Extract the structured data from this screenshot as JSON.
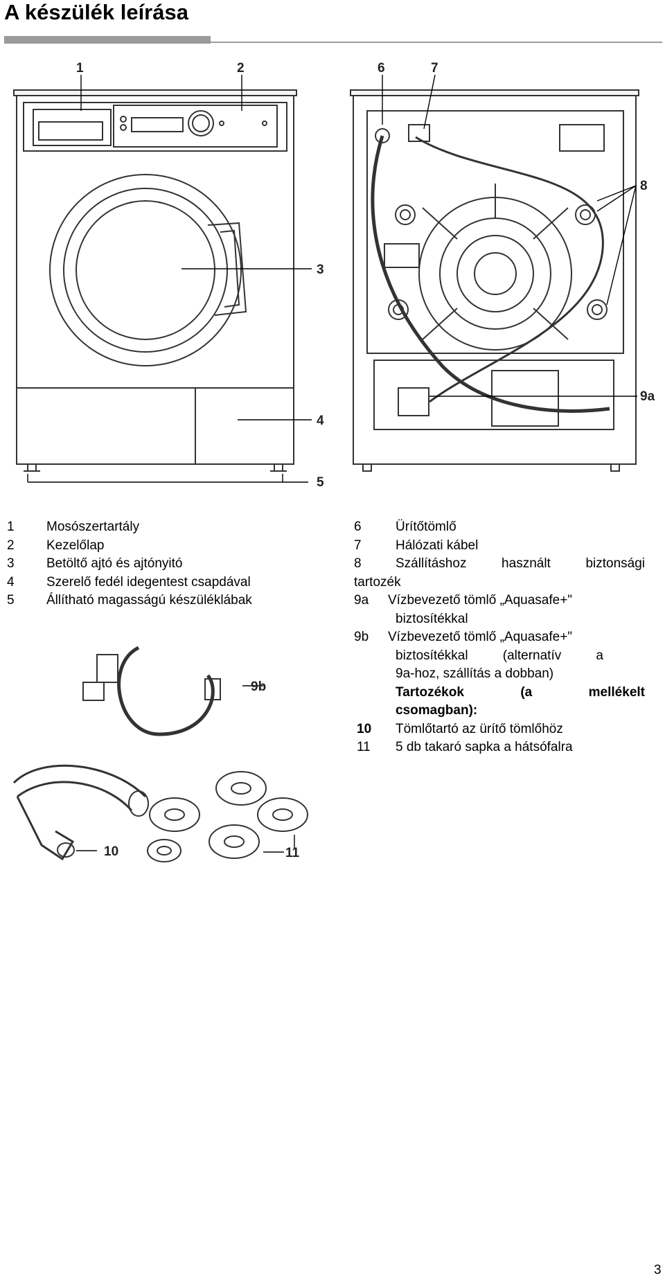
{
  "page": {
    "title": "A készülék leírása",
    "page_number": "3"
  },
  "figure": {
    "callouts": {
      "c1": "1",
      "c2": "2",
      "c3": "3",
      "c4": "4",
      "c5": "5",
      "c6": "6",
      "c7": "7",
      "c8": "8",
      "c9a": "9a",
      "c9b": "9b",
      "c10": "10",
      "c11": "11"
    }
  },
  "left_list": [
    {
      "num": "1",
      "text": "Mosószertartály"
    },
    {
      "num": "2",
      "text": "Kezelőlap"
    },
    {
      "num": "3",
      "text": "Betöltő ajtó és ajtónyitó"
    },
    {
      "num": "4",
      "text": "Szerelő fedél idegentest csapdával"
    },
    {
      "num": "5",
      "text": "Állítható magasságú készüléklábak"
    }
  ],
  "right_list": {
    "i6": {
      "num": "6",
      "text": "Ürítőtömlő"
    },
    "i7": {
      "num": "7",
      "text": "Hálózati kábel"
    },
    "i8": {
      "num": "8",
      "text": "Szállításhoz használt biztonsági",
      "text2": "tartozék"
    },
    "i9a": {
      "num": "9a",
      "text": "Vízbevezető tömlő „Aquasafe+\"",
      "text2": "biztosítékkal"
    },
    "i9b": {
      "num": "9b",
      "text": "Vízbevezető tömlő „Aquasafe+\"",
      "text2": "biztosítékkal (alternatív a",
      "text3": "9a-hoz, szállítás a dobban)"
    },
    "accessories_heading": "Tartozékok (a mellékelt",
    "accessories_heading2": "csomagban):",
    "i10": {
      "num": "10",
      "text": "Tömlőtartó az ürítő tömlőhöz"
    },
    "i11": {
      "num": "11",
      "text": "5 db takaró sapka a hátsófalra"
    }
  }
}
